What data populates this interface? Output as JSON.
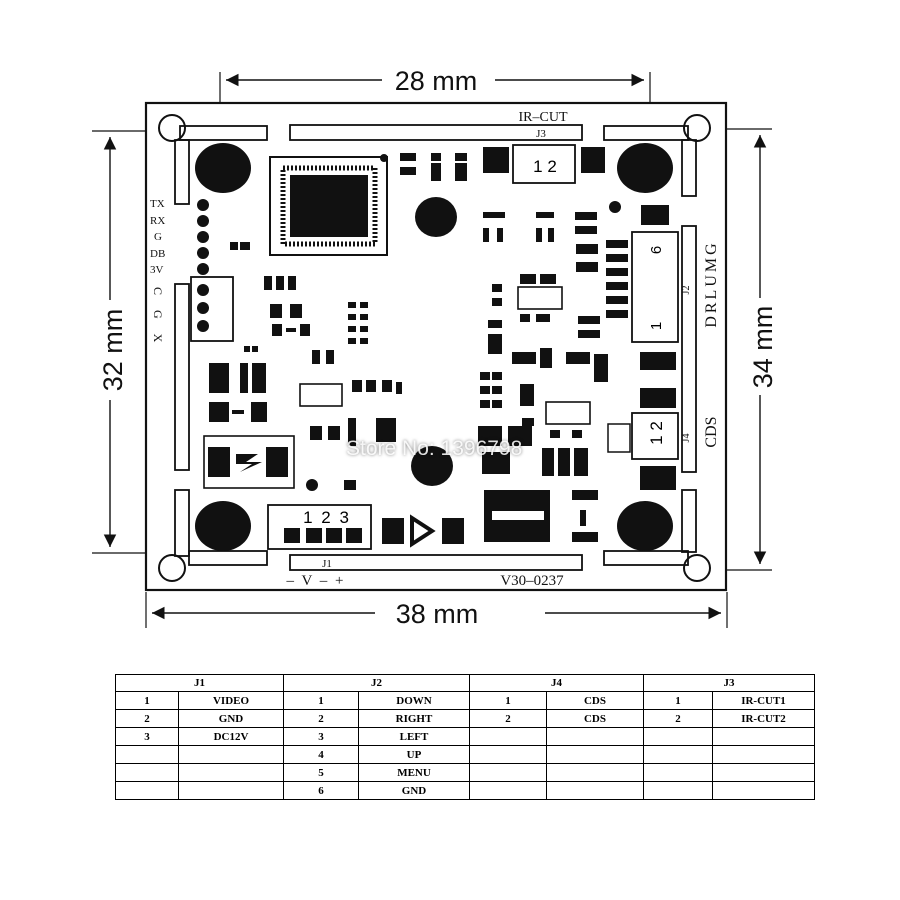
{
  "dimensions": {
    "top_width": "28 mm",
    "bottom_width": "38 mm",
    "left_height": "32 mm",
    "right_height": "34 mm"
  },
  "board": {
    "ir_cut_title": "IR–CUT",
    "model_code": "V30–0237",
    "connector_labels": {
      "j1": "J1",
      "j2": "J2",
      "j3": "J3",
      "j4": "J4"
    },
    "j1_pin_numbers": "1 2 3",
    "j1_polarity": "– V – +",
    "j3_pin_numbers": "1 2",
    "j4_pin_numbers": "1 2",
    "j2_pin_first": "1",
    "j2_pin_last": "6",
    "j2_side_label": "DRLUMG",
    "cds_label": "CDS",
    "uart_labels": [
      "TX",
      "RX",
      "G",
      "DB",
      "3V"
    ],
    "cgx_label": "C G X"
  },
  "watermark": "Store No: 1396798",
  "pin_table": {
    "headers": [
      "J1",
      "J2",
      "J4",
      "J3"
    ],
    "rows": [
      [
        "1",
        "VIDEO",
        "1",
        "DOWN",
        "1",
        "CDS",
        "1",
        "IR-CUT1"
      ],
      [
        "2",
        "GND",
        "2",
        "RIGHT",
        "2",
        "CDS",
        "2",
        "IR-CUT2"
      ],
      [
        "3",
        "DC12V",
        "3",
        "LEFT",
        "",
        "",
        "",
        ""
      ],
      [
        "",
        "",
        "4",
        "UP",
        "",
        "",
        "",
        ""
      ],
      [
        "",
        "",
        "5",
        "MENU",
        "",
        "",
        "",
        ""
      ],
      [
        "",
        "",
        "6",
        "GND",
        "",
        "",
        "",
        ""
      ]
    ]
  }
}
